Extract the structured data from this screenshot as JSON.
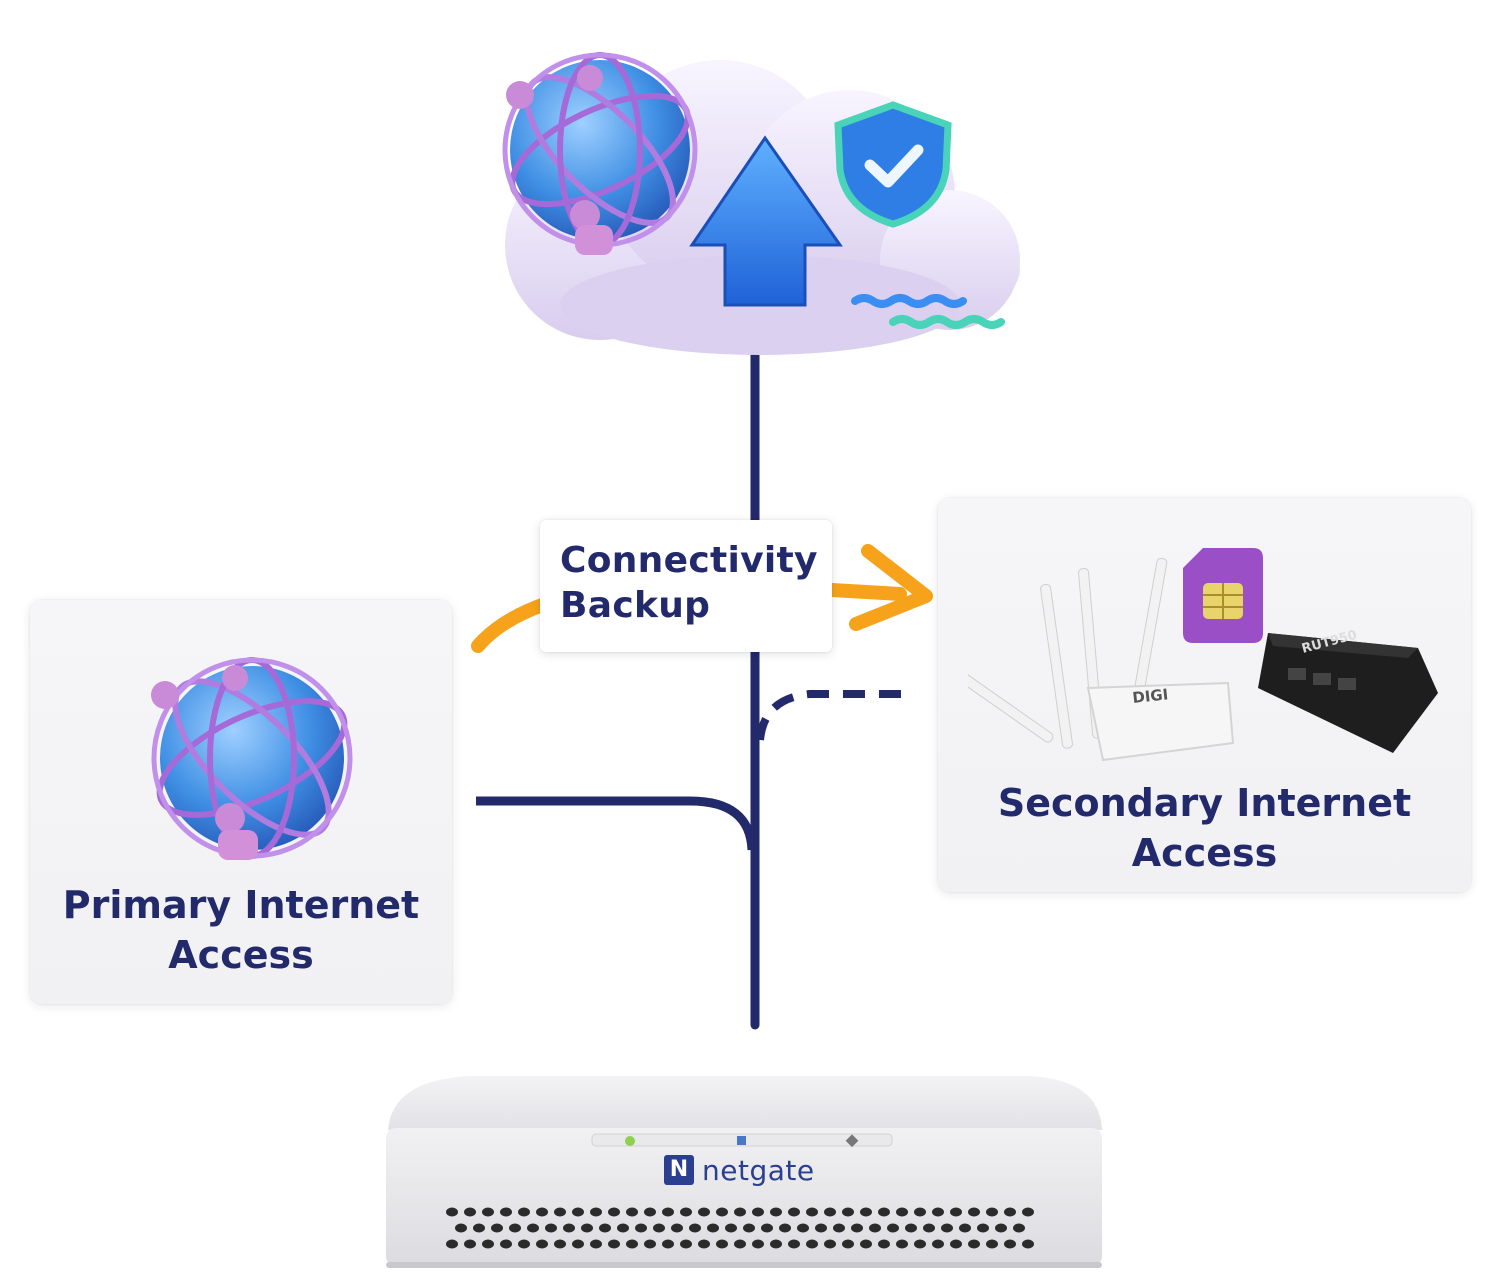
{
  "labels": {
    "backup_line1": "Connectivity",
    "backup_line2": "Backup",
    "primary_line1": "Primary Internet",
    "primary_line2": "Access",
    "secondary_line1": "Secondary Internet",
    "secondary_line2": "Access",
    "brand": "netgate",
    "brand_mark": "N",
    "digi_label": "DIGI",
    "rut_label": "RUT950"
  },
  "icons": [
    "cloud-icon",
    "upload-arrow-icon",
    "shield-check-icon",
    "globe-network-icon",
    "sim-card-icon",
    "router-icon",
    "firewall-appliance-icon"
  ],
  "colors": {
    "line": "#232a6b",
    "accent_orange": "#f7a21b",
    "globe_blue": "#3e8fe0",
    "ring_purple": "#a56ad8",
    "sim_purple": "#9b4fc7",
    "shield_blue": "#2f7ee6",
    "shield_border": "#49d3b8"
  }
}
